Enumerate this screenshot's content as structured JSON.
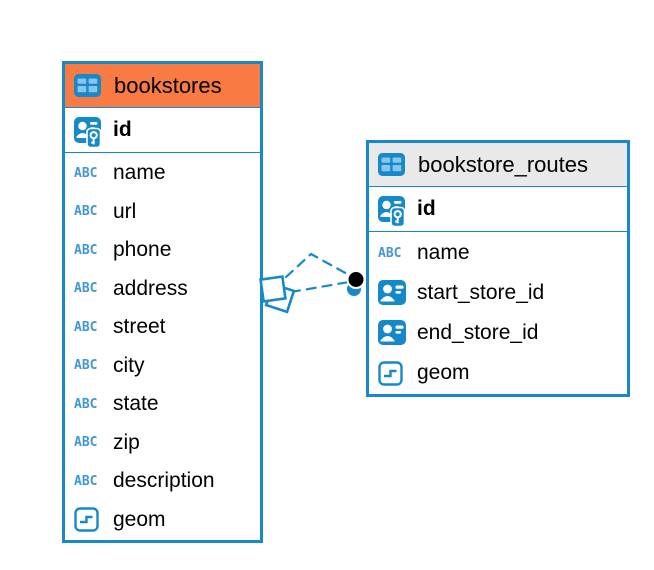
{
  "colors": {
    "accent": "#1689CA",
    "orange-header": "#F87B44",
    "gray-header": "#E9E9E9",
    "icon-cell": "#8AC4E8",
    "abc-blue": "#4197D3",
    "text": "#000000"
  },
  "icons": {
    "abc_label": "ABC"
  },
  "tables": [
    {
      "title": "bookstores",
      "header_style": "orange",
      "pk": {
        "label": "id"
      },
      "fields": [
        {
          "label": "name",
          "type": "text"
        },
        {
          "label": "url",
          "type": "text"
        },
        {
          "label": "phone",
          "type": "text"
        },
        {
          "label": "address",
          "type": "text"
        },
        {
          "label": "street",
          "type": "text"
        },
        {
          "label": "city",
          "type": "text"
        },
        {
          "label": "state",
          "type": "text"
        },
        {
          "label": "zip",
          "type": "text"
        },
        {
          "label": "description",
          "type": "text"
        },
        {
          "label": "geom",
          "type": "geometry"
        }
      ]
    },
    {
      "title": "bookstore_routes",
      "header_style": "gray",
      "pk": {
        "label": "id"
      },
      "fields": [
        {
          "label": "name",
          "type": "text"
        },
        {
          "label": "start_store_id",
          "type": "reference"
        },
        {
          "label": "end_store_id",
          "type": "reference"
        },
        {
          "label": "geom",
          "type": "geometry"
        }
      ]
    }
  ],
  "relations": {
    "style": "dashed",
    "line_count": 2,
    "between": [
      "bookstores",
      "bookstore_routes"
    ]
  }
}
